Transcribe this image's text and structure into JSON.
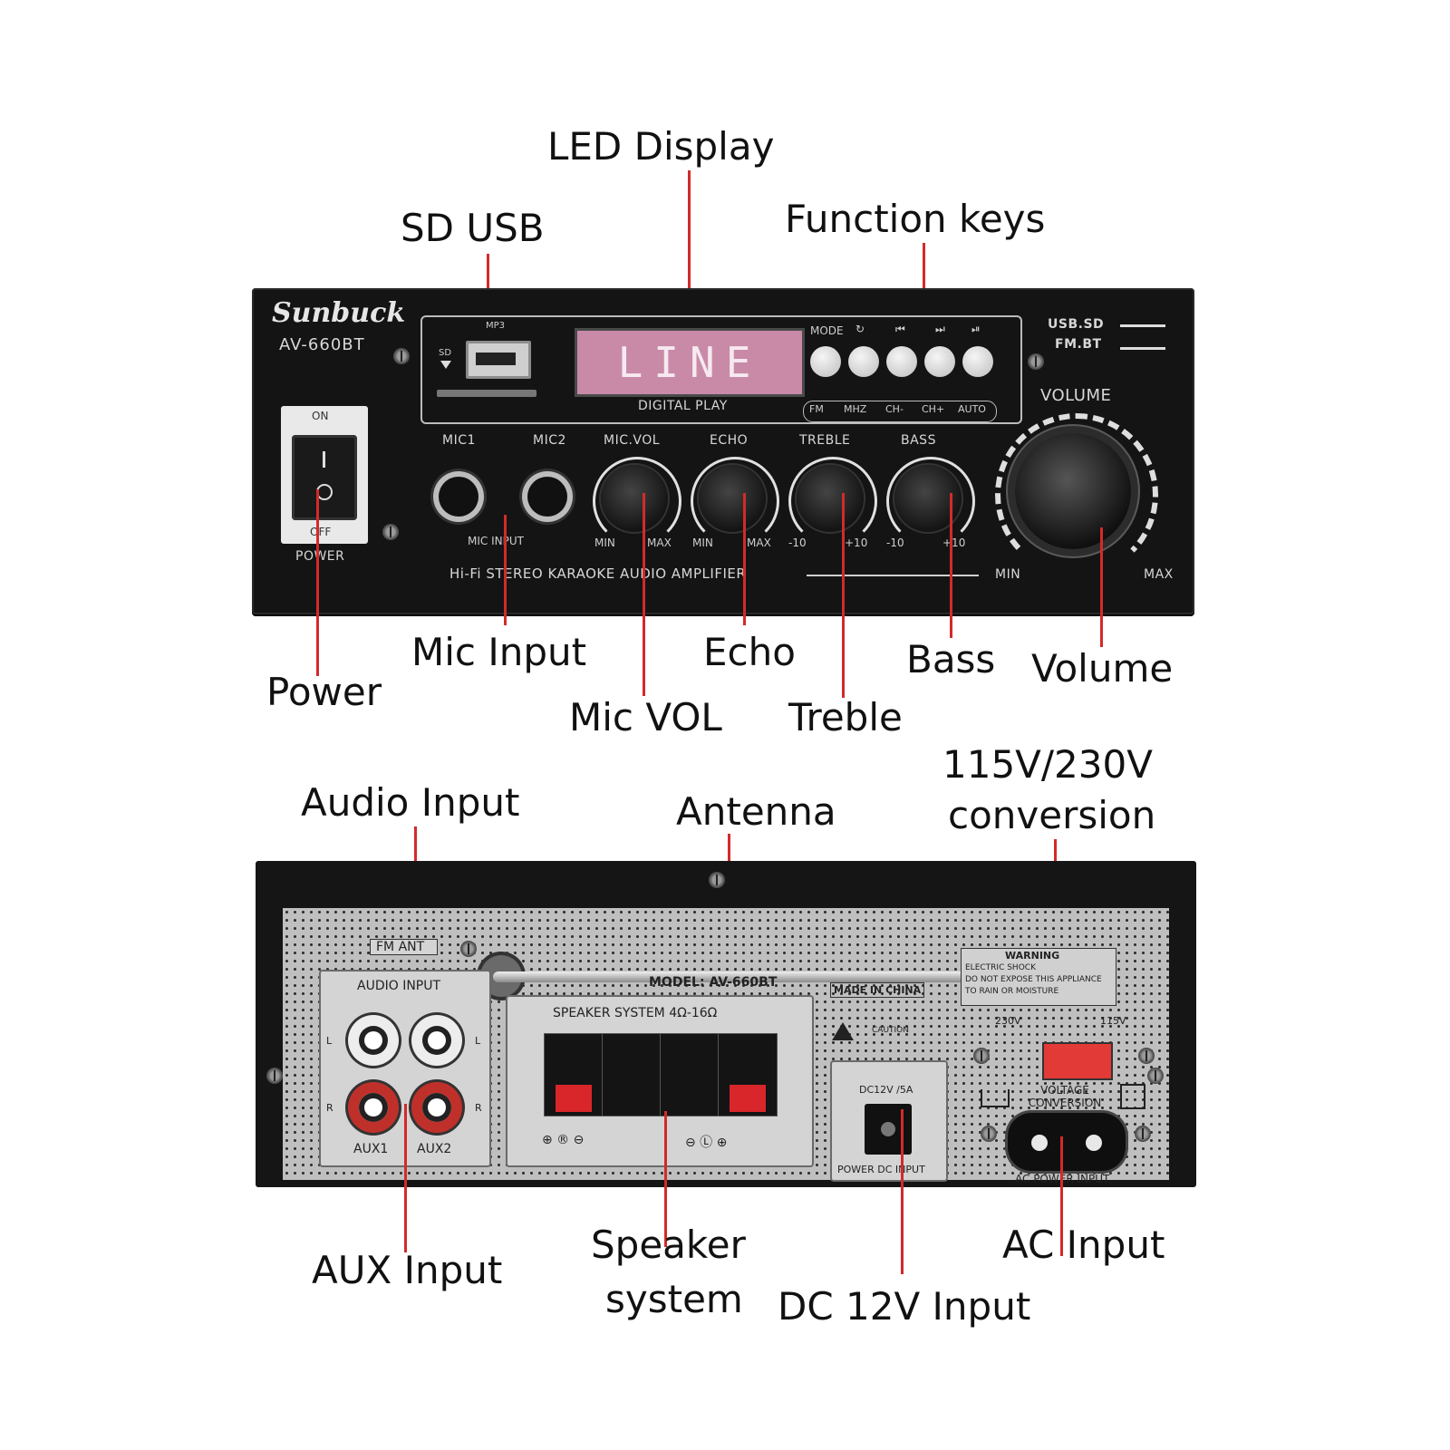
{
  "callouts": {
    "led_display": "LED Display",
    "sd_usb": "SD USB",
    "function_keys": "Function keys",
    "power": "Power",
    "mic_input": "Mic Input",
    "mic_vol": "Mic VOL",
    "echo": "Echo",
    "treble": "Treble",
    "bass": "Bass",
    "volume": "Volume",
    "audio_input": "Audio Input",
    "antenna": "Antenna",
    "voltage_conversion_line1": "115V/230V",
    "voltage_conversion_line2": "conversion",
    "aux_input": "AUX Input",
    "speaker_system_line1": "Speaker",
    "speaker_system_line2": "system",
    "dc_input": "DC 12V Input",
    "ac_input": "AC Input"
  },
  "front_panel": {
    "brand": "Sunbuck",
    "model": "AV-660BT",
    "power_on": "ON",
    "power_off": "OFF",
    "power_label": "POWER",
    "mp3": "MP3",
    "sd": "SD",
    "lcd_text": "LINE",
    "digital_play": "DIGITAL PLAY",
    "mode": "MODE",
    "func_labels": [
      "FM",
      "MHZ",
      "CH-",
      "CH+",
      "AUTO"
    ],
    "usb_sd": "USB.SD",
    "fm_bt": "FM.BT",
    "mic1": "MIC1",
    "mic2": "MIC2",
    "mic_input": "MIC INPUT",
    "knobs": [
      {
        "name": "MIC.VOL",
        "min": "MIN",
        "max": "MAX"
      },
      {
        "name": "ECHO",
        "min": "MIN",
        "max": "MAX"
      },
      {
        "name": "TREBLE",
        "min": "-10",
        "max": "+10"
      },
      {
        "name": "BASS",
        "min": "-10",
        "max": "+10"
      }
    ],
    "volume": "VOLUME",
    "vol_min": "MIN",
    "vol_max": "MAX",
    "tagline": "Hi-Fi STEREO KARAOKE AUDIO AMPLIFIER"
  },
  "rear_panel": {
    "fm_ant": "FM ANT",
    "audio_input": "AUDIO INPUT",
    "aux1": "AUX1",
    "aux2": "AUX2",
    "L": "L",
    "R": "R",
    "model": "MODEL: AV-660BT",
    "speaker_system": "SPEAKER SYSTEM 4Ω-16Ω",
    "made_in": "MADE IN CHINA",
    "caution": "CAUTION",
    "warning": "WARNING",
    "warning_text": [
      "ELECTRIC SHOCK",
      "DO NOT EXPOSE THIS APPLIANCE",
      "TO RAIN OR MOISTURE"
    ],
    "v230": "230V",
    "v115": "115V",
    "voltage_conversion": "VOLTAGE CONVERSION",
    "dc_spec": "DC12V /5A",
    "power_dc_input": "POWER DC INPUT",
    "ac_power_input": "AC POWER INPUT"
  },
  "colors": {
    "leader_line": "#d32a2a",
    "panel": "#141414",
    "lcd": "#c98aa8",
    "red_accent": "#d8262a"
  }
}
